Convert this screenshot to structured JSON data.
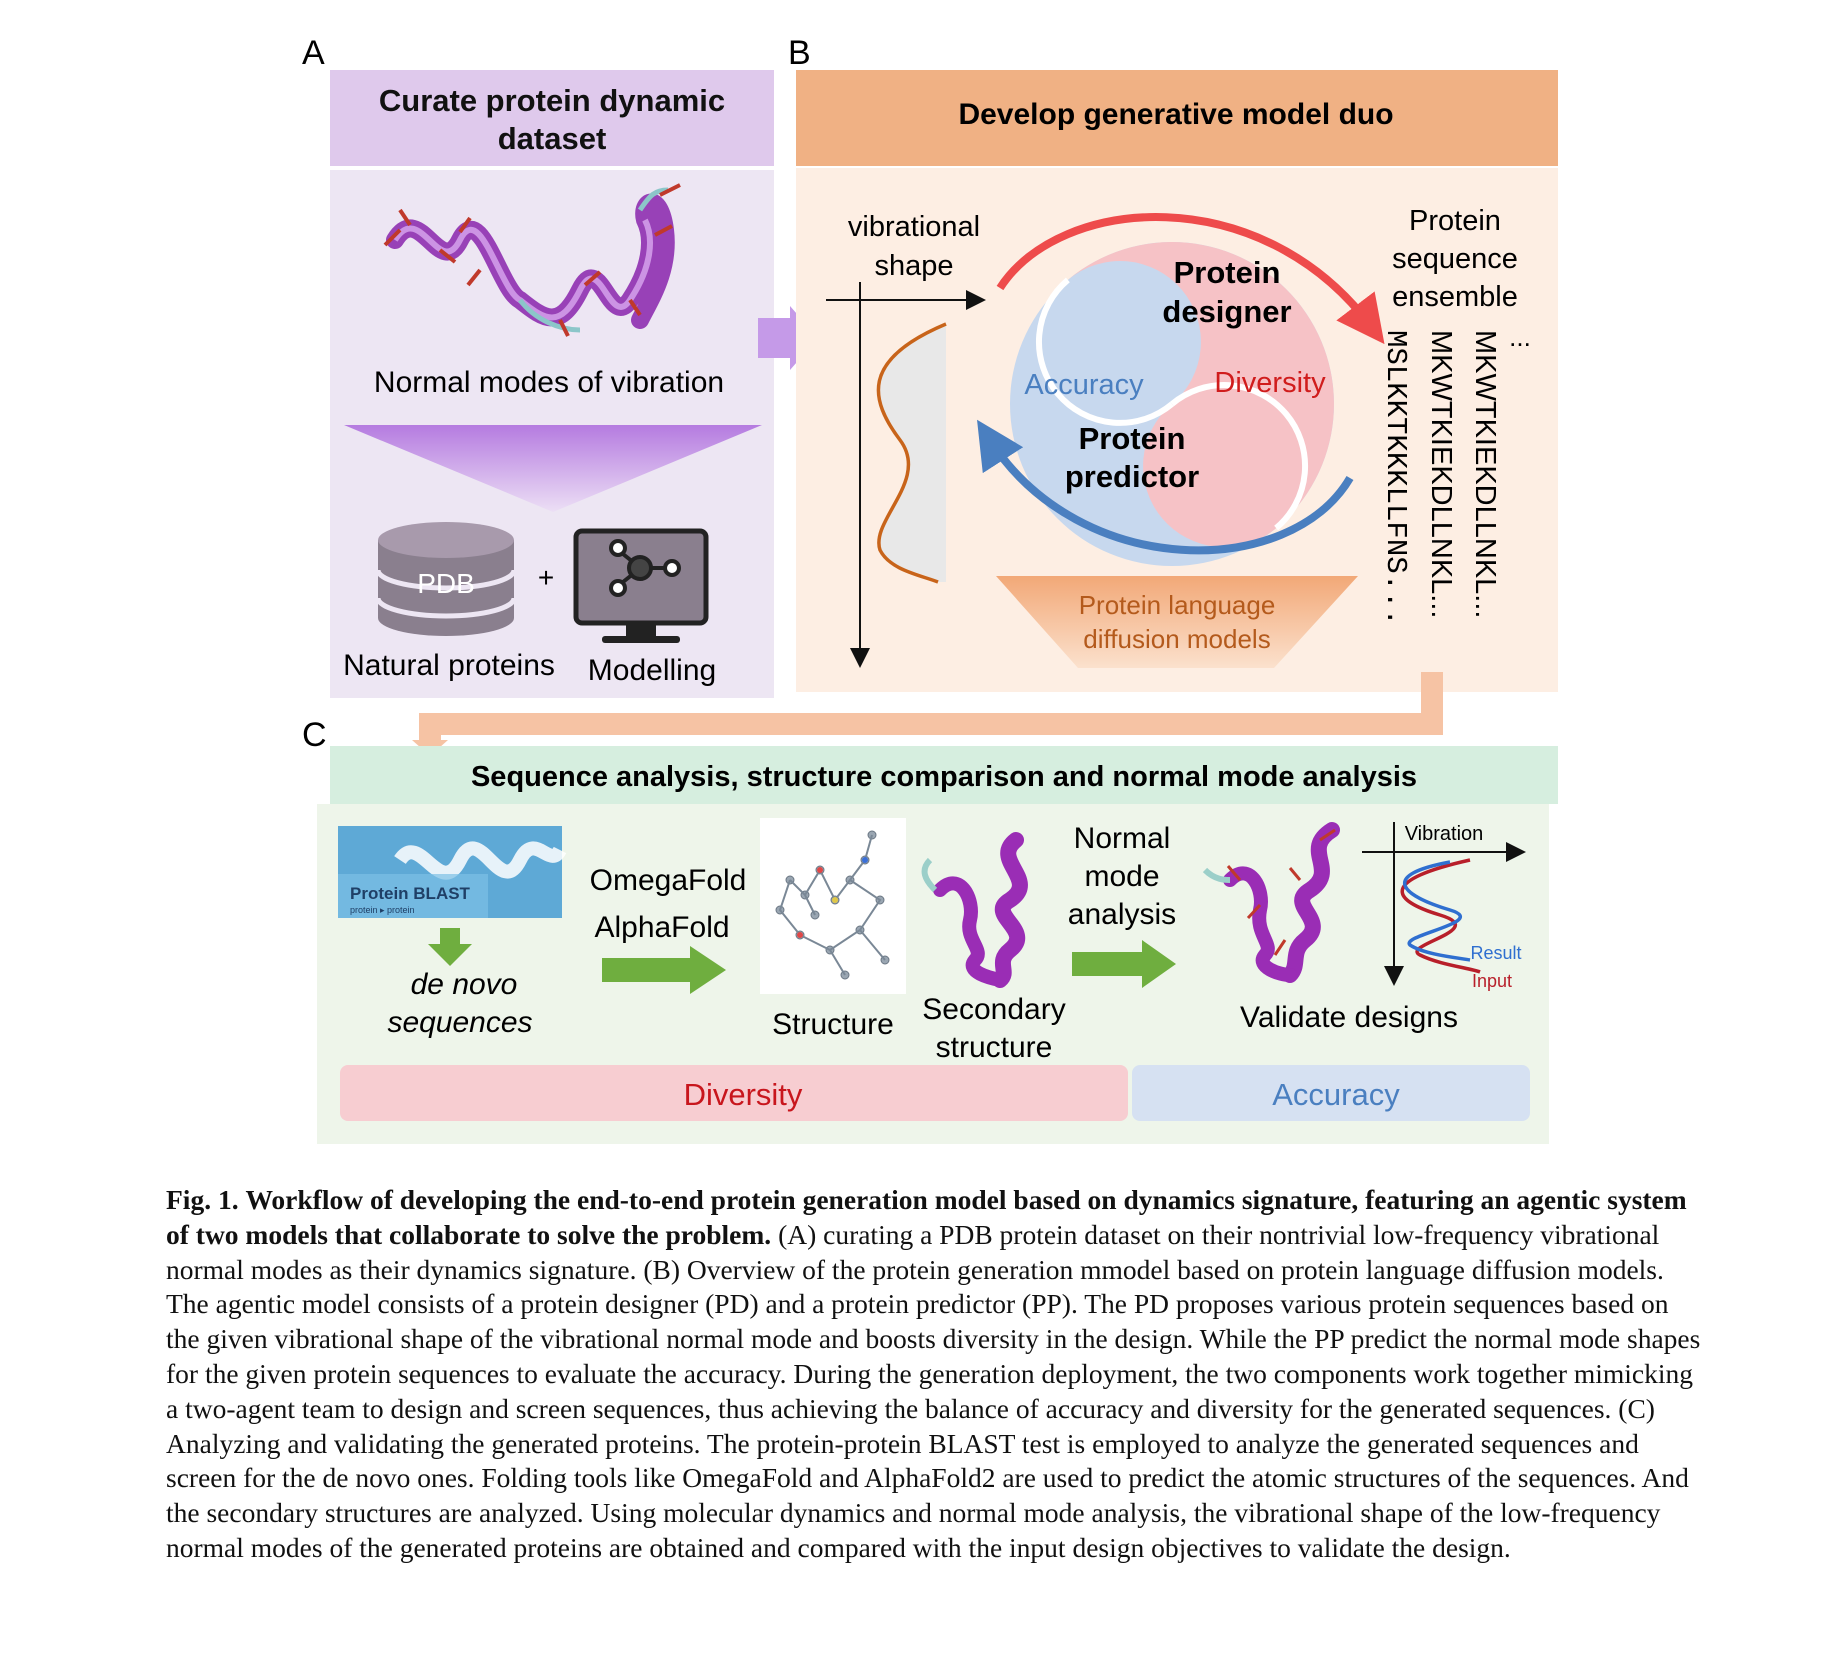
{
  "panels": {
    "a": {
      "letter": "A",
      "title": "Curate protein dynamic dataset",
      "normal_modes_label": "Normal modes of vibration",
      "pdb_label": "PDB",
      "plus": "+",
      "natural_proteins_label": "Natural proteins",
      "modelling_label": "Modelling",
      "colors": {
        "header": "#dfc9ec",
        "body": "#ede6f3",
        "accent": "#b06ddd"
      }
    },
    "b": {
      "letter": "B",
      "title": "Develop generative model duo",
      "vibrational_shape": [
        "vibrational",
        "shape"
      ],
      "designer": [
        "Protein",
        "designer"
      ],
      "predictor": [
        "Protein",
        "predictor"
      ],
      "accuracy": "Accuracy",
      "diversity": "Diversity",
      "ensemble_label": [
        "Protein",
        "sequence",
        "ensemble"
      ],
      "sequences": [
        "MSLKKTKKKLLFNS...",
        "MKWTKIEKDLLNKL...",
        "MKWTKIEKDLLNKL..."
      ],
      "ellipsis": "...",
      "language_models": [
        "Protein language",
        "diffusion models"
      ],
      "colors": {
        "header": "#f0b184",
        "body": "#fdeee3",
        "pink": "#f6c2c6",
        "blue": "#c7d8ee",
        "red_arrow": "#ee4b4b",
        "blue_arrow": "#4a7fc0"
      }
    },
    "c": {
      "letter": "C",
      "title": "Sequence analysis, structure comparison and normal mode analysis",
      "blast_label": "Protein BLAST",
      "blast_sub": "protein ▸ protein",
      "de_novo": [
        "de novo",
        "sequences"
      ],
      "fold_tools": [
        "OmegaFold",
        "AlphaFold"
      ],
      "structure_label": "Structure",
      "secondary_label": [
        "Secondary",
        "structure"
      ],
      "nma_label": [
        "Normal",
        "mode",
        "analysis"
      ],
      "vibration_label": "Vibration",
      "result_label": "Result",
      "input_label": "Input",
      "validate_label": "Validate designs",
      "diversity_bar": "Diversity",
      "accuracy_bar": "Accuracy",
      "colors": {
        "header": "#d6eedf",
        "body": "#eef5ea",
        "green_arrow": "#6fae3f",
        "diversity_bar": "#f7cdd1",
        "accuracy_bar": "#d6e1f2"
      }
    }
  },
  "caption": {
    "fig_label": "Fig. 1.",
    "bold_title": "Workflow of developing the end-to-end protein generation model based on dynamics signature, featuring an agentic system of two models that collaborate to solve the problem.",
    "body": "(A) curating a PDB protein dataset on their nontrivial low-frequency vibrational normal modes as their dynamics signature. (B) Overview of the protein generation mmodel based on protein language diffusion models. The agentic model consists of a protein designer (PD) and a protein predictor (PP). The PD proposes various protein sequences based on the given vibrational shape of the vibrational normal mode and boosts diversity in the design. While the PP predict the normal mode shapes for the given protein sequences to evaluate the accuracy. During the generation deployment, the two components work together mimicking a two-agent team to design and screen sequences, thus achieving the balance of accuracy and diversity for the generated sequences. (C) Analyzing and validating the generated proteins. The protein-protein BLAST test is employed to analyze the generated sequences and screen for the de novo ones. Folding tools like OmegaFold and AlphaFold2 are used to predict the atomic structures of the sequences. And the secondary structures are analyzed. Using molecular dynamics and normal mode analysis, the vibrational shape of the low-frequency normal modes of the generated proteins are obtained and compared with the input design objectives to validate the design."
  }
}
